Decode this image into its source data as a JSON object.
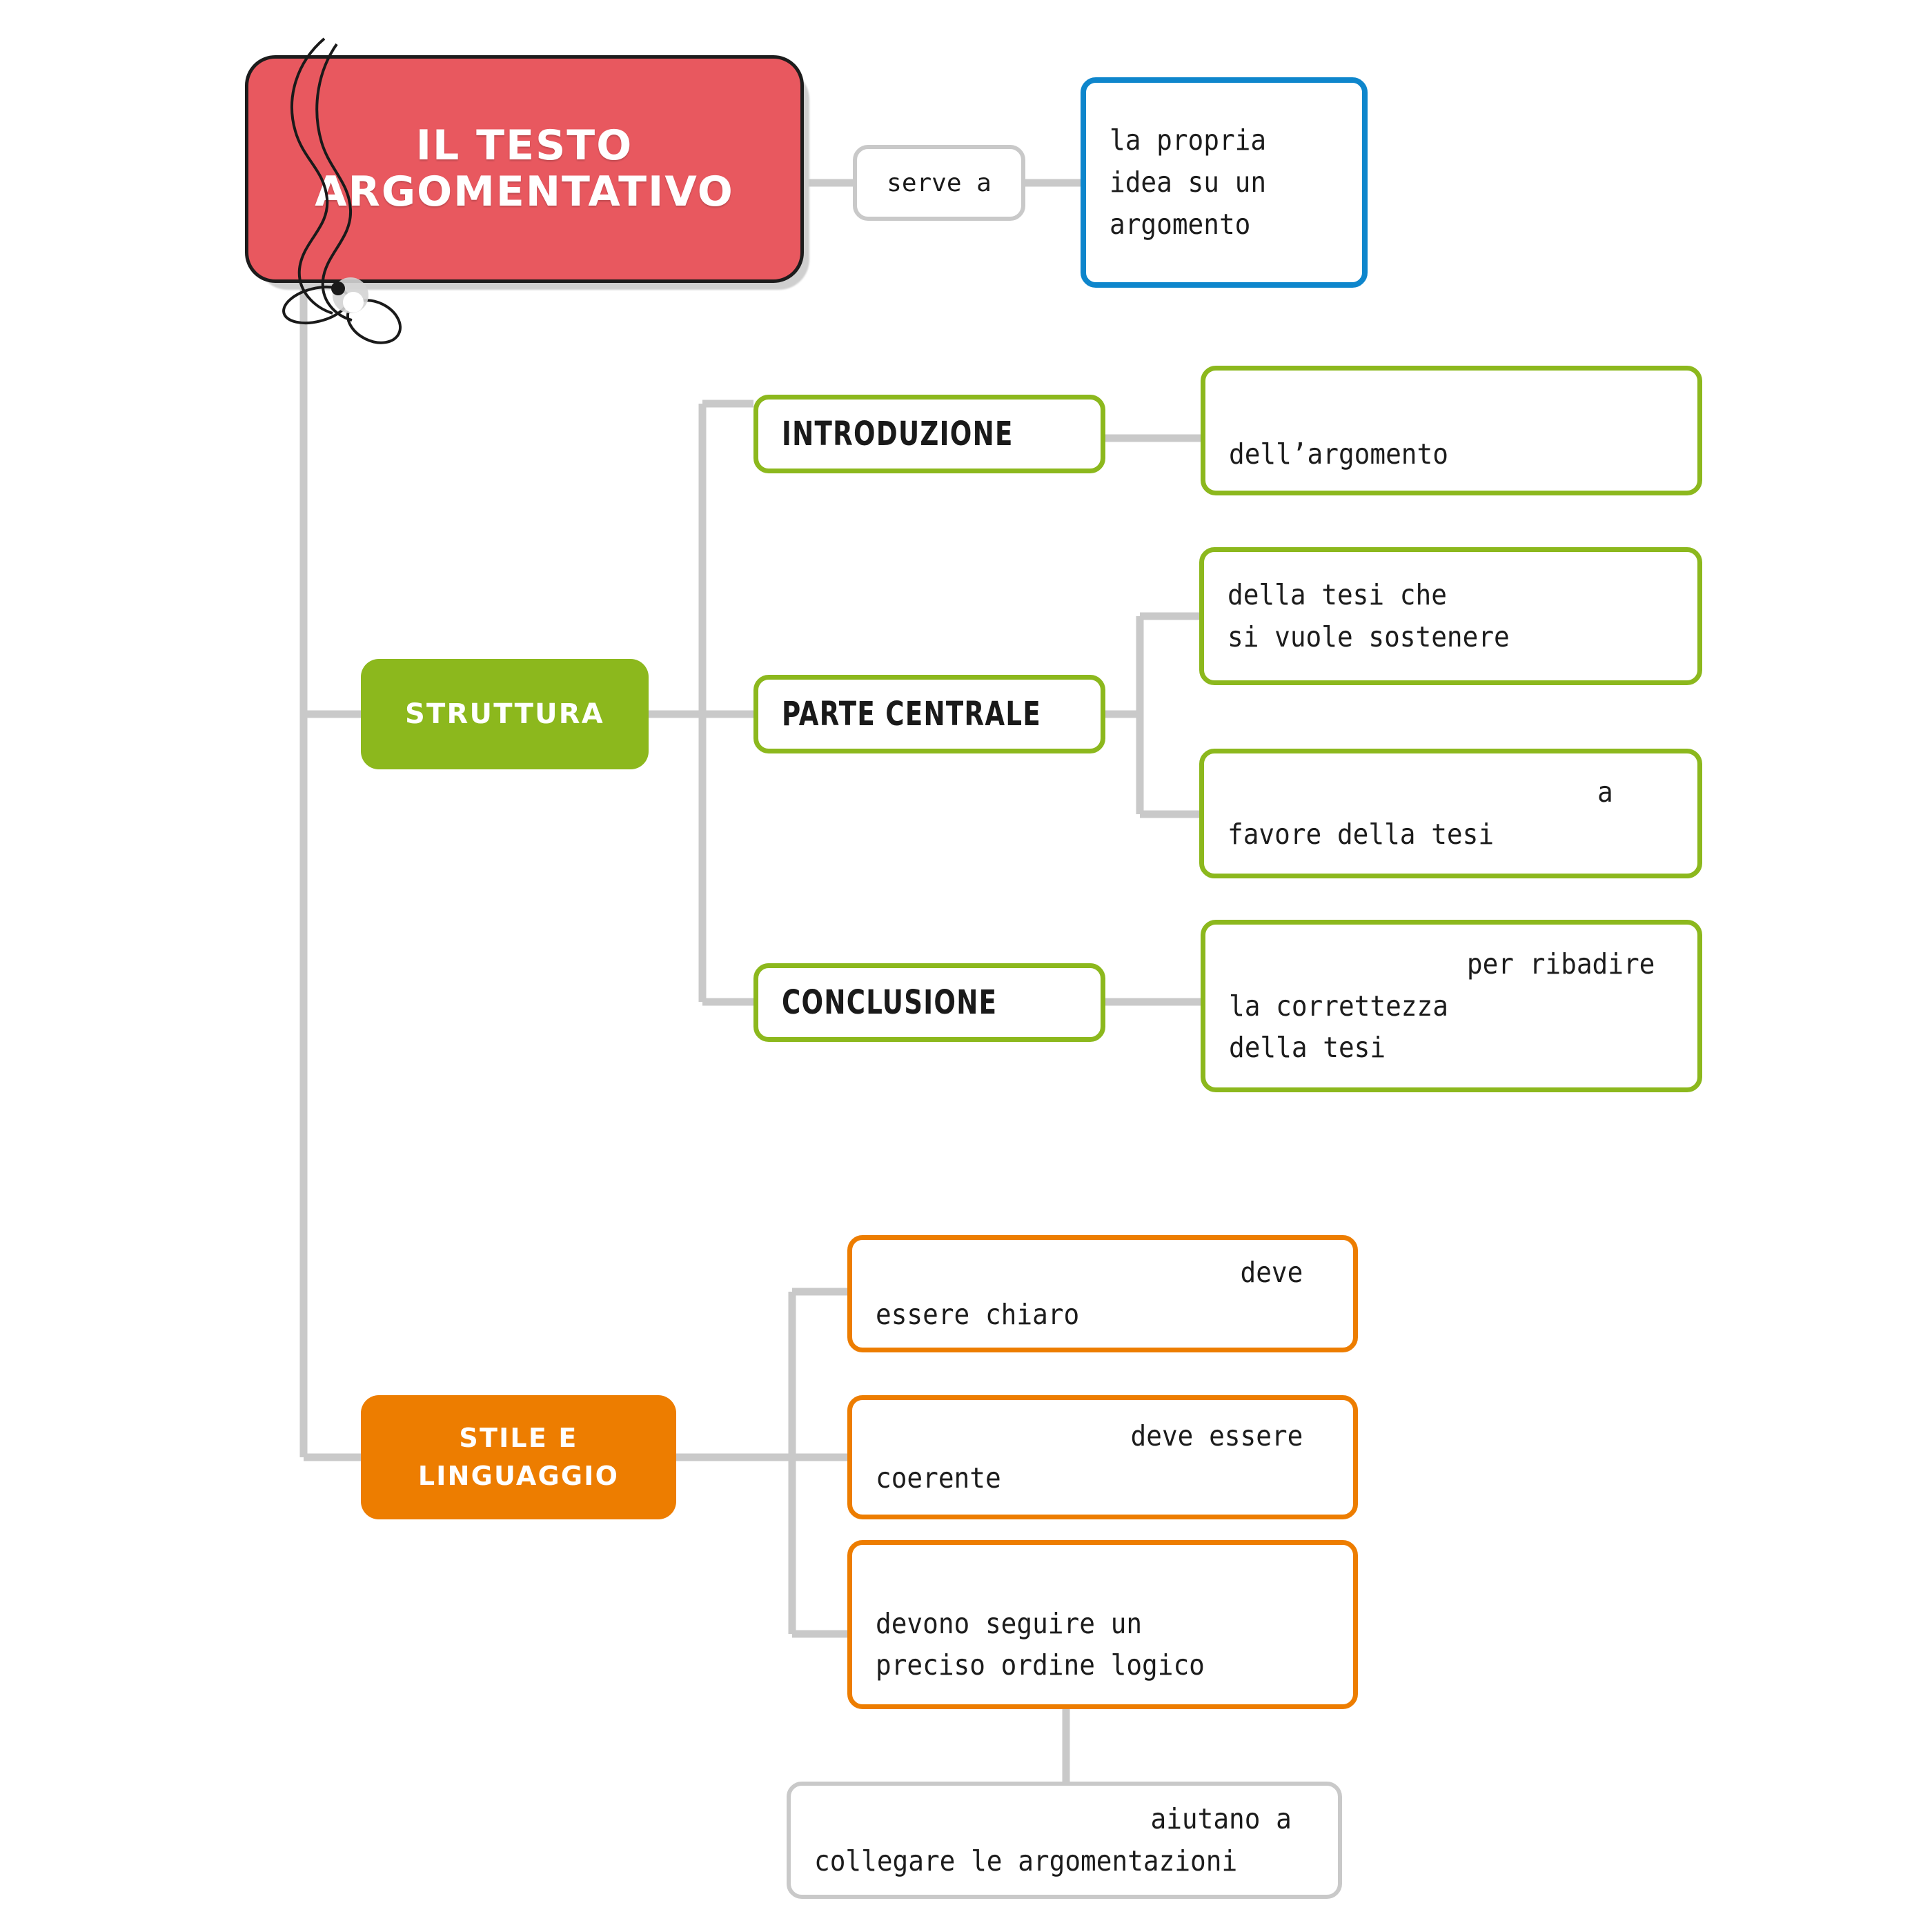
{
  "title_card": {
    "text": "IL TESTO\nARGOMENTATIVO",
    "fill": "#E8585F",
    "outline": "#1C1C1C",
    "text_color": "#FFFFFF"
  },
  "palette": {
    "red": "#E8585F",
    "green": "#8CB81D",
    "orange": "#ED7D00",
    "blue": "#0E86CC",
    "grey": "#C9C9C9",
    "ink": "#1C1C1C"
  },
  "branches": {
    "serve_a": {
      "connector_label": "serve a",
      "answer": {
        "lines": [
          "la propria",
          "idea su un",
          "argomento"
        ],
        "align": [
          "left",
          "left",
          "left"
        ],
        "color": "#0E86CC"
      }
    },
    "struttura": {
      "label": "STRUTTURA",
      "color": "#8CB81D",
      "items": [
        {
          "label": "INTRODUZIONE",
          "answer": {
            "lines": [
              "",
              "dell’argomento"
            ],
            "align": [
              "left",
              "left"
            ],
            "color": "#8CB81D"
          }
        },
        {
          "label": "PARTE CENTRALE",
          "answer": {
            "lines": [
              "della tesi che",
              "si vuole sostenere"
            ],
            "align": [
              "left",
              "left"
            ],
            "color": "#8CB81D"
          },
          "answer2": {
            "lines": [
              "a",
              "favore della tesi"
            ],
            "align": [
              "right",
              "left"
            ],
            "color": "#8CB81D"
          }
        },
        {
          "label": "CONCLUSIONE",
          "answer": {
            "lines": [
              "per ribadire",
              "la correttezza",
              "della tesi"
            ],
            "align": [
              "right",
              "left",
              "left"
            ],
            "color": "#8CB81D"
          }
        }
      ]
    },
    "stile": {
      "label": "STILE E\nLINGUAGGIO",
      "color": "#ED7D00",
      "items": [
        {
          "answer": {
            "lines": [
              "deve",
              "essere chiaro"
            ],
            "align": [
              "right",
              "left"
            ],
            "color": "#ED7D00"
          }
        },
        {
          "answer": {
            "lines": [
              "deve essere",
              "coerente"
            ],
            "align": [
              "right",
              "left"
            ],
            "color": "#ED7D00"
          }
        },
        {
          "answer": {
            "lines": [
              "devono seguire un",
              "preciso ordine logico"
            ],
            "align": [
              "left",
              "left"
            ],
            "color": "#ED7D00"
          }
        }
      ],
      "tail": {
        "lines": [
          "aiutano a",
          "collegare le argomentazioni"
        ],
        "align": [
          "right",
          "left"
        ],
        "color": "#C9C9C9"
      }
    }
  },
  "icons": {
    "tag_string": "string-loop-icon",
    "tag_eyelet": "eyelet-hole-icon"
  }
}
